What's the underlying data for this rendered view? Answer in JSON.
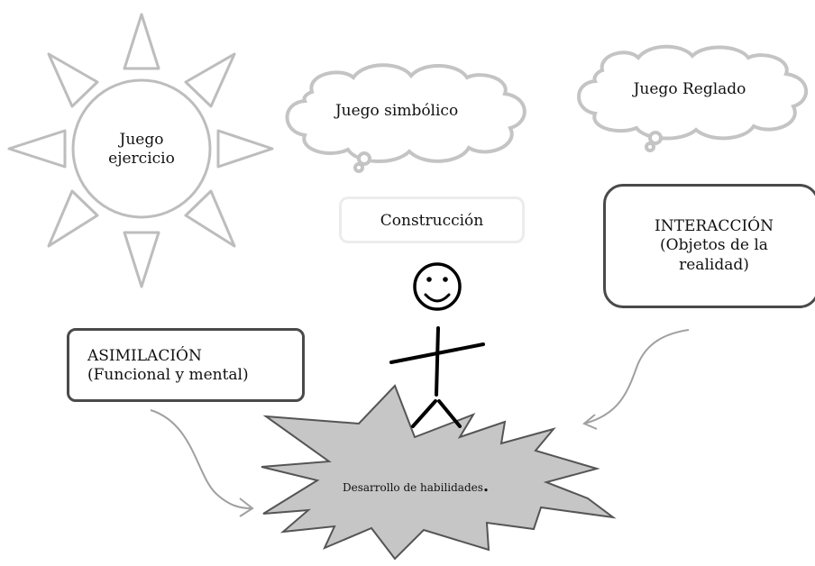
{
  "sun": {
    "line1": "Juego",
    "line2": "ejercicio"
  },
  "cloud_symbolic": {
    "label": "Juego simbólico"
  },
  "cloud_ruled": {
    "label": "Juego Reglado"
  },
  "construction": {
    "label": "Construcción"
  },
  "interaction": {
    "line1": "INTERACCIÓN",
    "line2": "(Objetos de la",
    "line3": "realidad)"
  },
  "assimilation": {
    "line1": "ASIMILACIÓN",
    "line2": "(Funcional y mental)"
  },
  "burst": {
    "label": "Desarrollo de habilidades",
    "punct": "."
  },
  "colors": {
    "outline_light": "#bdbdbd",
    "outline_dark": "#4a4a4a",
    "burst_fill": "#c6c6c6"
  }
}
